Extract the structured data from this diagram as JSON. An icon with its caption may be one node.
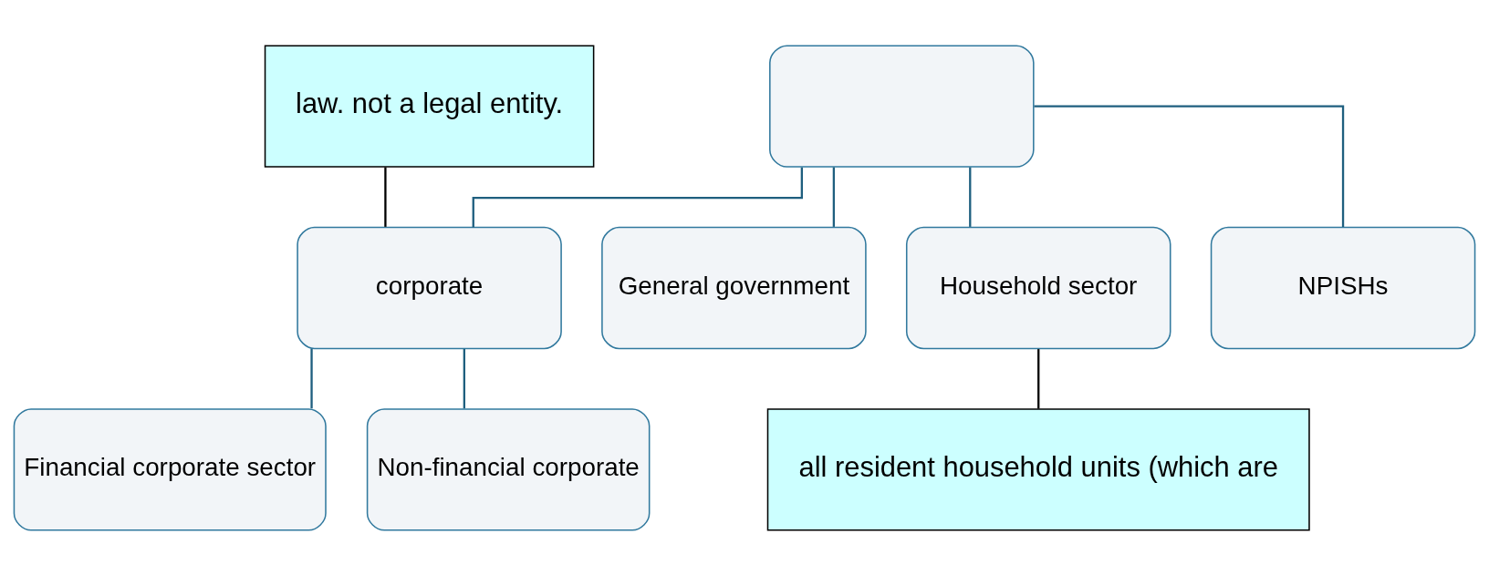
{
  "diagram": {
    "nodes": [
      {
        "text": [],
        "shape": "box"
      },
      {
        "text": [
          "corporate"
        ]
      },
      {
        "text": [
          "General government"
        ]
      },
      {
        "text": [
          "Household sector"
        ]
      },
      {
        "text": [
          "NPISHs"
        ]
      },
      {
        "text": [
          "Financial corporate sector"
        ]
      },
      {
        "text": [
          "Non-financial corporate"
        ]
      },
      {
        "text": [
          "law. not a legal entity."
        ]
      },
      {
        "text": [
          "all resident household units (which are"
        ]
      }
    ],
    "edges": [
      {
        "from": 0,
        "to": 1,
        "arrow": "none"
      },
      {
        "from": 0,
        "to": 2,
        "arrow": "none"
      },
      {
        "from": 0,
        "to": 3,
        "arrow": "none"
      },
      {
        "from": 0,
        "to": 4,
        "arrow": "none"
      },
      {
        "from": 1,
        "to": 5,
        "arrow": "none"
      },
      {
        "from": 1,
        "to": 6,
        "arrow": "none"
      },
      {
        "from": 7,
        "to": 1,
        "arrow": "none",
        "color": "#000000"
      },
      {
        "from": 8,
        "to": 3,
        "arrow": "none",
        "color": "#000000"
      }
    ]
  }
}
